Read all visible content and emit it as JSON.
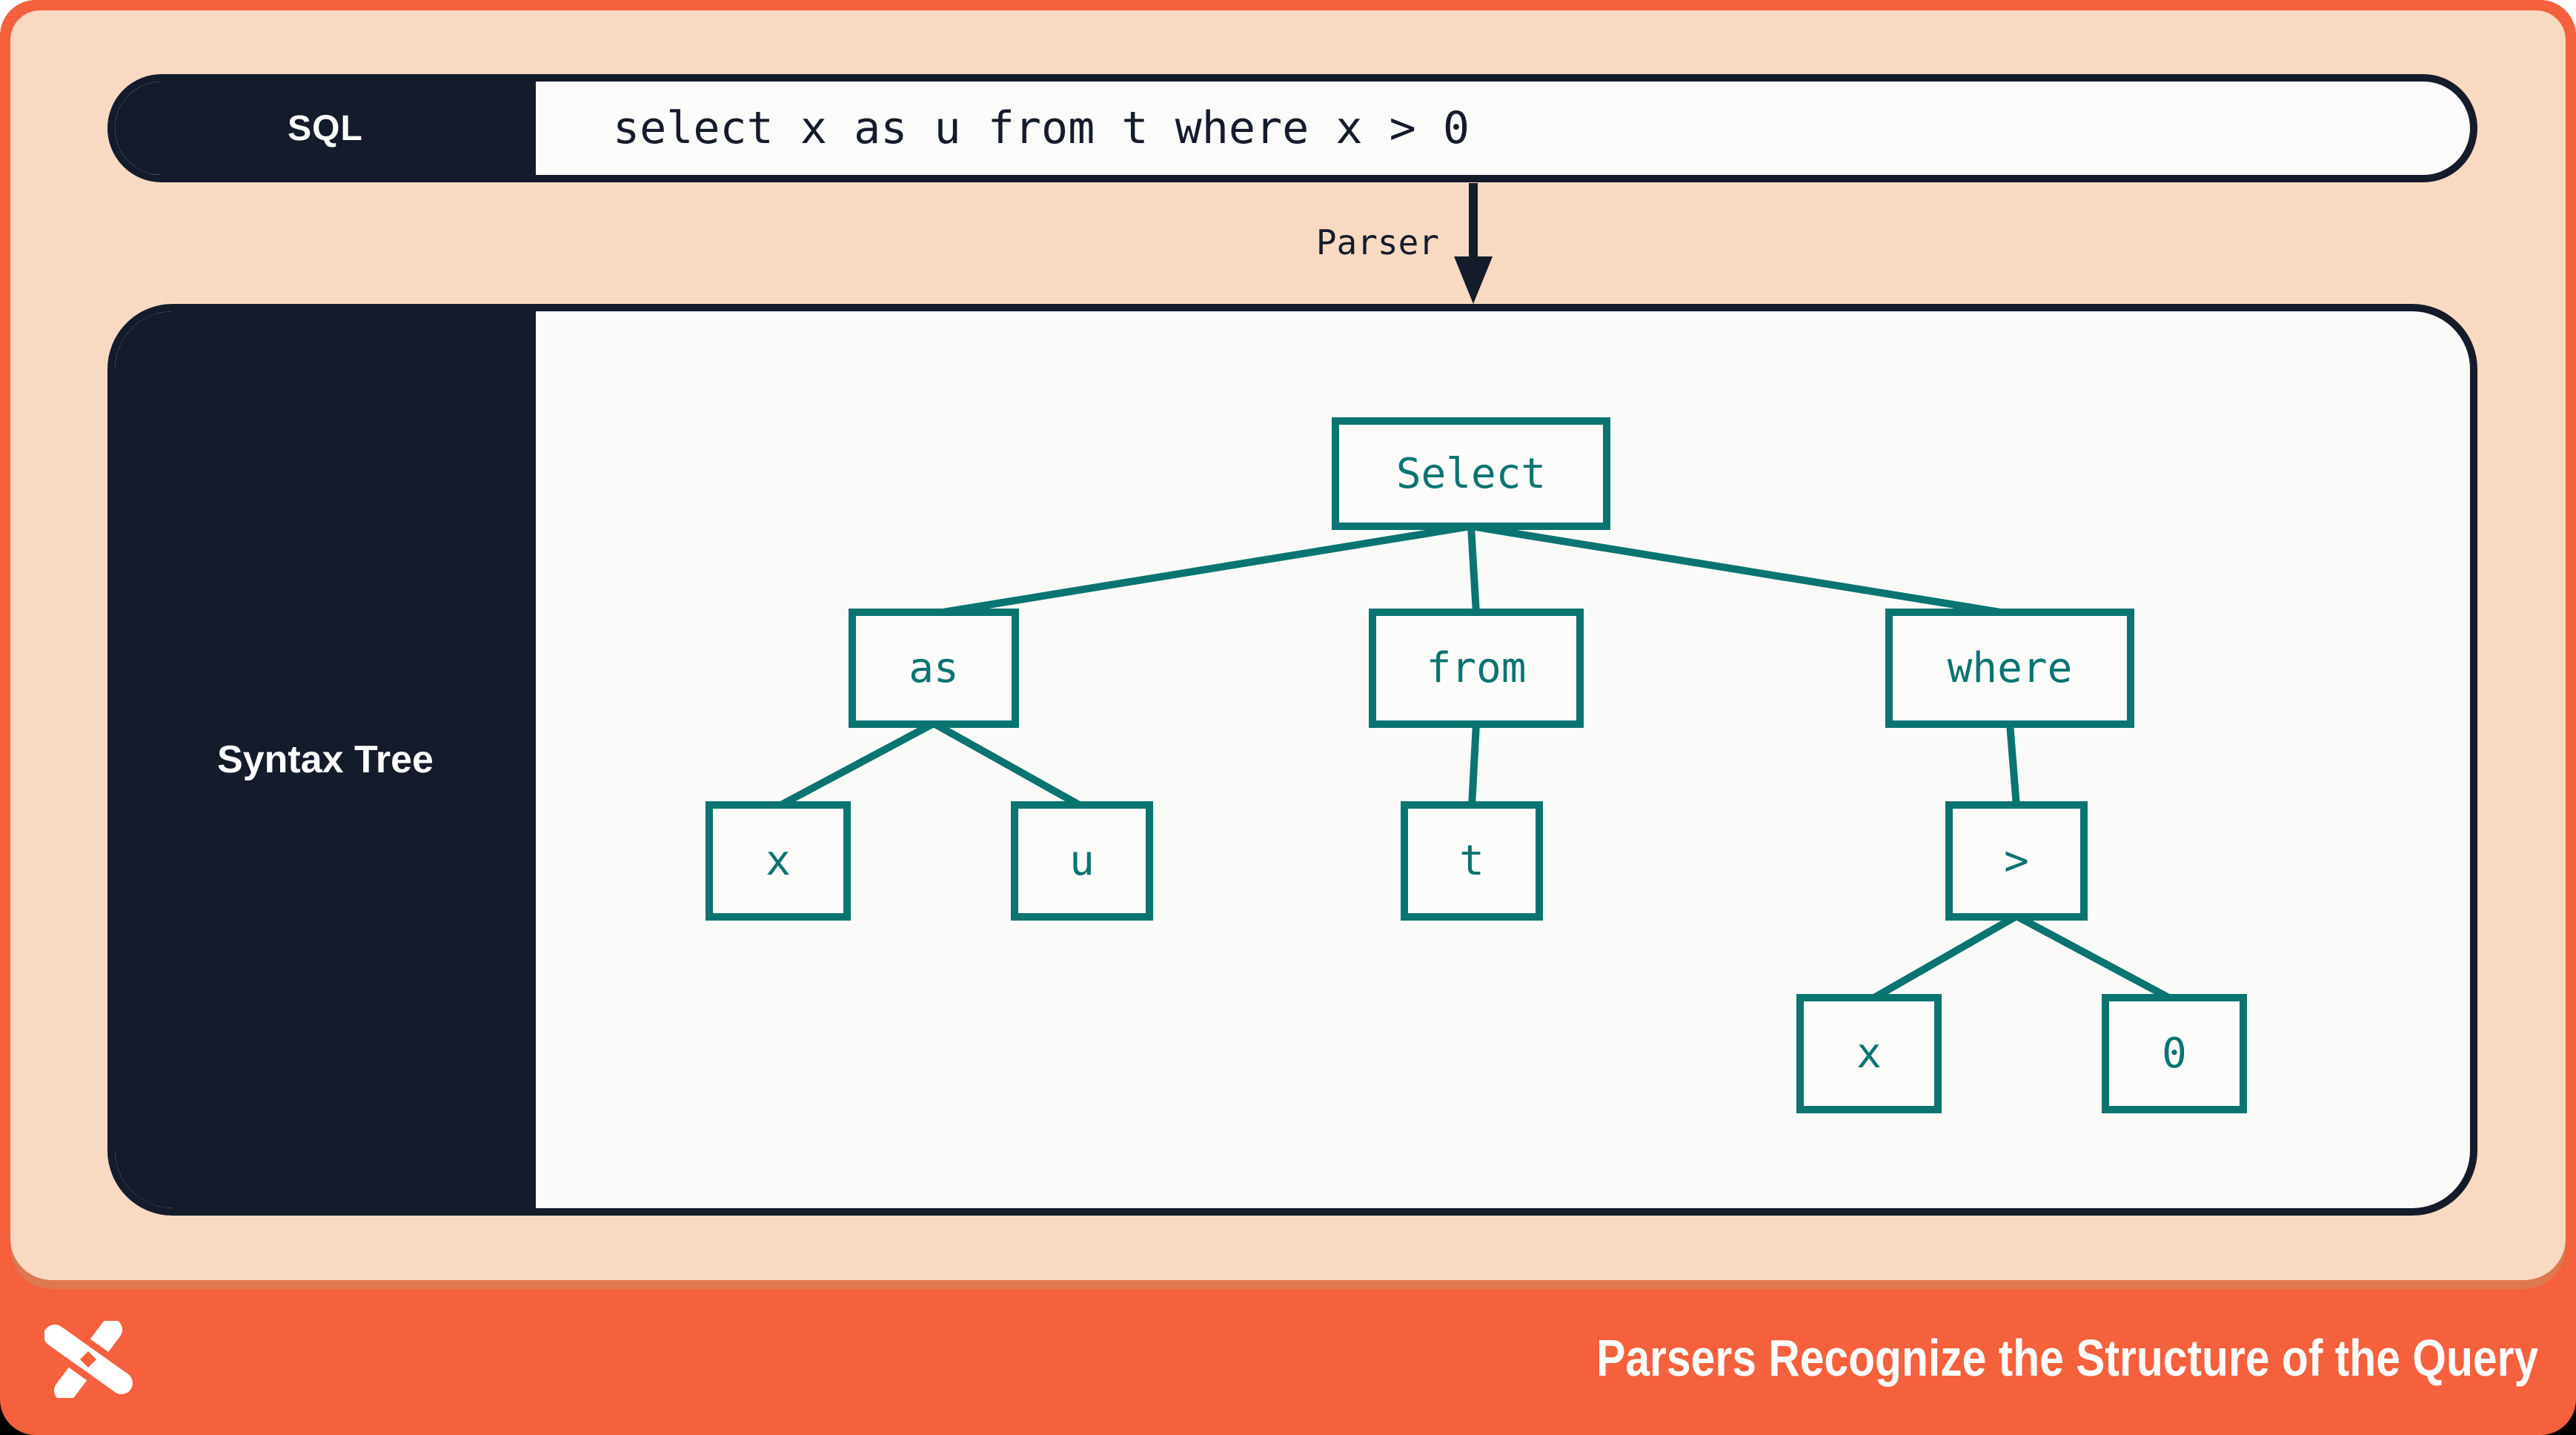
{
  "colors": {
    "coral": "#F5603D",
    "coral_shadow": "#DE7850",
    "peach": "#F8DAC3",
    "navy": "#141B2B",
    "teal": "#0A7471",
    "content_white": "#FBFBFA",
    "text_white": "#FFFFFF"
  },
  "sql_bar": {
    "label": "SQL",
    "query": "select x as u from t where x > 0"
  },
  "parser_arrow": {
    "label": "Parser"
  },
  "syntax_tree": {
    "label": "Syntax Tree",
    "nodes": [
      {
        "id": "select",
        "label": "Select"
      },
      {
        "id": "as",
        "label": "as"
      },
      {
        "id": "from",
        "label": "from"
      },
      {
        "id": "where",
        "label": "where"
      },
      {
        "id": "x1",
        "label": "x"
      },
      {
        "id": "u",
        "label": "u"
      },
      {
        "id": "t",
        "label": "t"
      },
      {
        "id": "gt",
        "label": ">"
      },
      {
        "id": "x2",
        "label": "x"
      },
      {
        "id": "zero",
        "label": "0"
      }
    ],
    "edges": [
      [
        "Select",
        "as"
      ],
      [
        "Select",
        "from"
      ],
      [
        "Select",
        "where"
      ],
      [
        "as",
        "x"
      ],
      [
        "as",
        "u"
      ],
      [
        "from",
        "t"
      ],
      [
        "where",
        ">"
      ],
      [
        ">",
        "x"
      ],
      [
        ">",
        "0"
      ]
    ]
  },
  "footer": {
    "title": "Parsers Recognize the Structure of the Query",
    "logo": "dolt-x-logo"
  }
}
